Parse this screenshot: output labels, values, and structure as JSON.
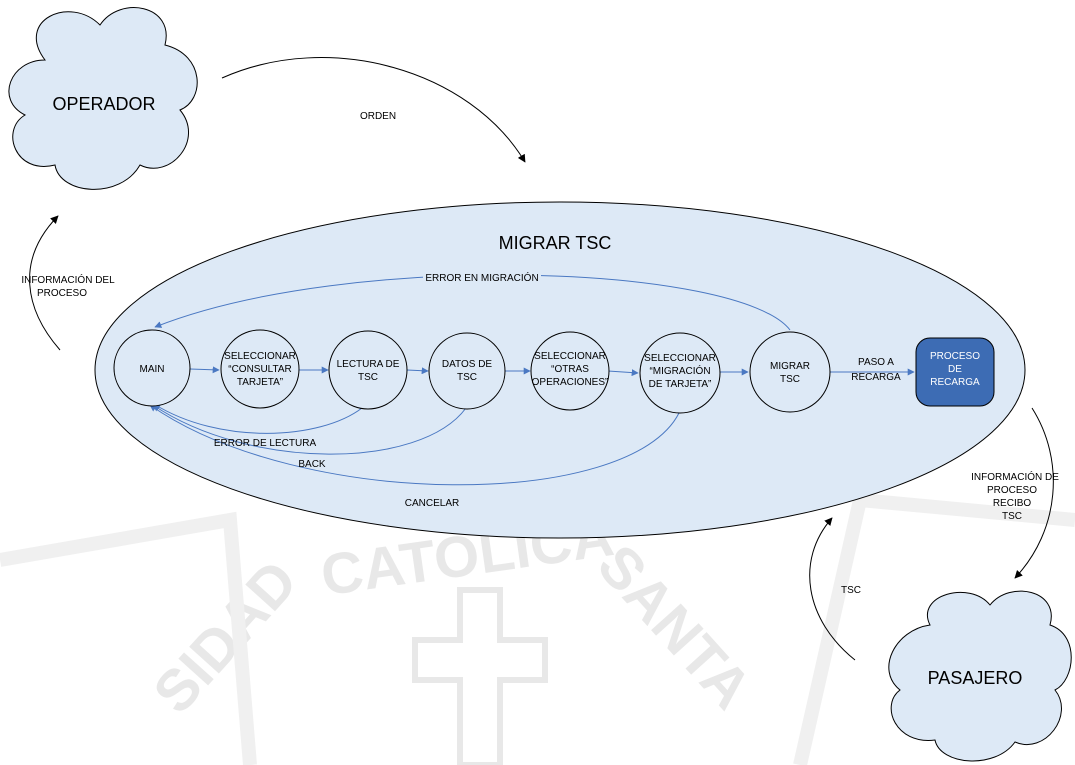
{
  "diagram": {
    "title": "MIGRAR TSC",
    "actors": {
      "operador": "OPERADOR",
      "pasajero": "PASAJERO"
    },
    "nodes": {
      "main": [
        "MAIN"
      ],
      "seleccionar_consultar": [
        "SELECCIONAR",
        "“CONSULTAR",
        "TARJETA”"
      ],
      "lectura": [
        "LECTURA DE",
        "TSC"
      ],
      "datos": [
        "DATOS DE",
        "TSC"
      ],
      "seleccionar_otras": [
        "SELECCIONAR",
        "“OTRAS",
        "OPERACIONES”"
      ],
      "seleccionar_migracion": [
        "SELECCIONAR",
        "“MIGRACIÓN",
        "DE TARJETA”"
      ],
      "migrar": [
        "MIGRAR",
        "TSC"
      ],
      "proceso_recarga": [
        "PROCESO",
        "DE",
        "RECARGA"
      ]
    },
    "edges": {
      "orden": "ORDEN",
      "informacion_del_proceso": [
        "INFORMACIÓN DEL",
        "PROCESO"
      ],
      "error_migracion": "ERROR EN MIGRACIÓN",
      "paso_a_recarga": [
        "PASO A",
        "RECARGA"
      ],
      "error_lectura": "ERROR DE LECTURA",
      "back": "BACK",
      "cancelar": "CANCELAR",
      "informacion_recibo": [
        "INFORMACIÓN DE",
        "PROCESO",
        "RECIBO",
        "TSC"
      ],
      "tsc": "TSC"
    },
    "watermark": {
      "top": "CATOLICA",
      "left": "SIDAD",
      "right": "SANTA"
    },
    "colors": {
      "fill": "#dde9f6",
      "stroke": "#000000",
      "arrow": "#4a78c2",
      "highlight": "#3d6cb4"
    }
  }
}
